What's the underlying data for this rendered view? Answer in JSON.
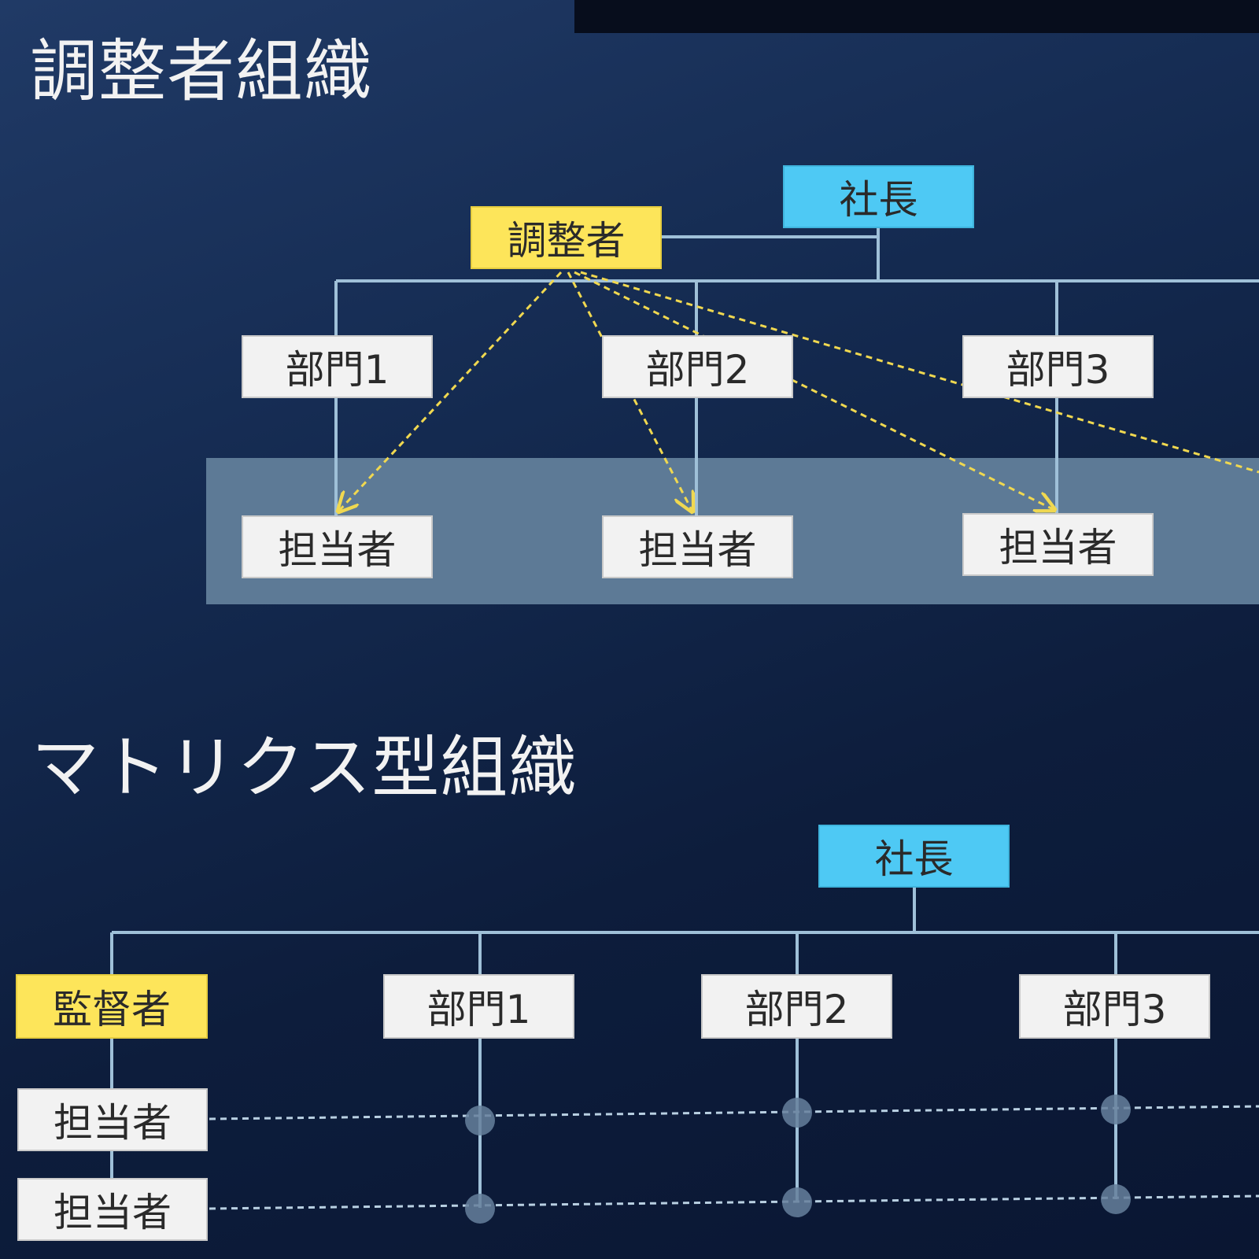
{
  "coordinator_org": {
    "title": "調整者組織",
    "president": "社長",
    "coordinator": "調整者",
    "departments": [
      "部門1",
      "部門2",
      "部門3"
    ],
    "staff": [
      "担当者",
      "担当者",
      "担当者"
    ]
  },
  "matrix_org": {
    "title": "マトリクス型組織",
    "president": "社長",
    "supervisor": "監督者",
    "departments": [
      "部門1",
      "部門2",
      "部門3"
    ],
    "staff": [
      "担当者",
      "担当者"
    ]
  },
  "colors": {
    "president": "#4ec9f4",
    "coordinator": "#fde55a",
    "box": "#f2f2f2",
    "line": "#9fc0d8",
    "dashed_arrow": "#f0d850"
  }
}
